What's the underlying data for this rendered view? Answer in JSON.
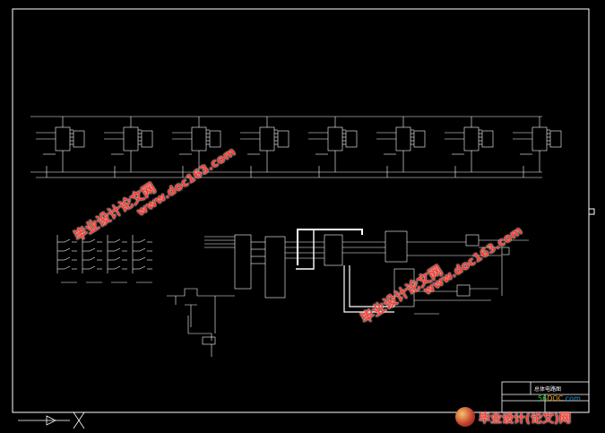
{
  "title_block": {
    "title": "总体电路图"
  },
  "watermarks": {
    "a_cn": "毕业设计论文网",
    "a_url": "www.doc163.com",
    "b_cn": "毕业设计论文网",
    "b_url": "www.doc163.com"
  },
  "logo": {
    "text": "毕业设计(论文)网"
  },
  "site": {
    "part1": "56",
    "part2": "DOC",
    "part3": ".com"
  },
  "colors": {
    "background": "#000000",
    "lines": "#ffffff",
    "watermark": "#ff3b30"
  }
}
